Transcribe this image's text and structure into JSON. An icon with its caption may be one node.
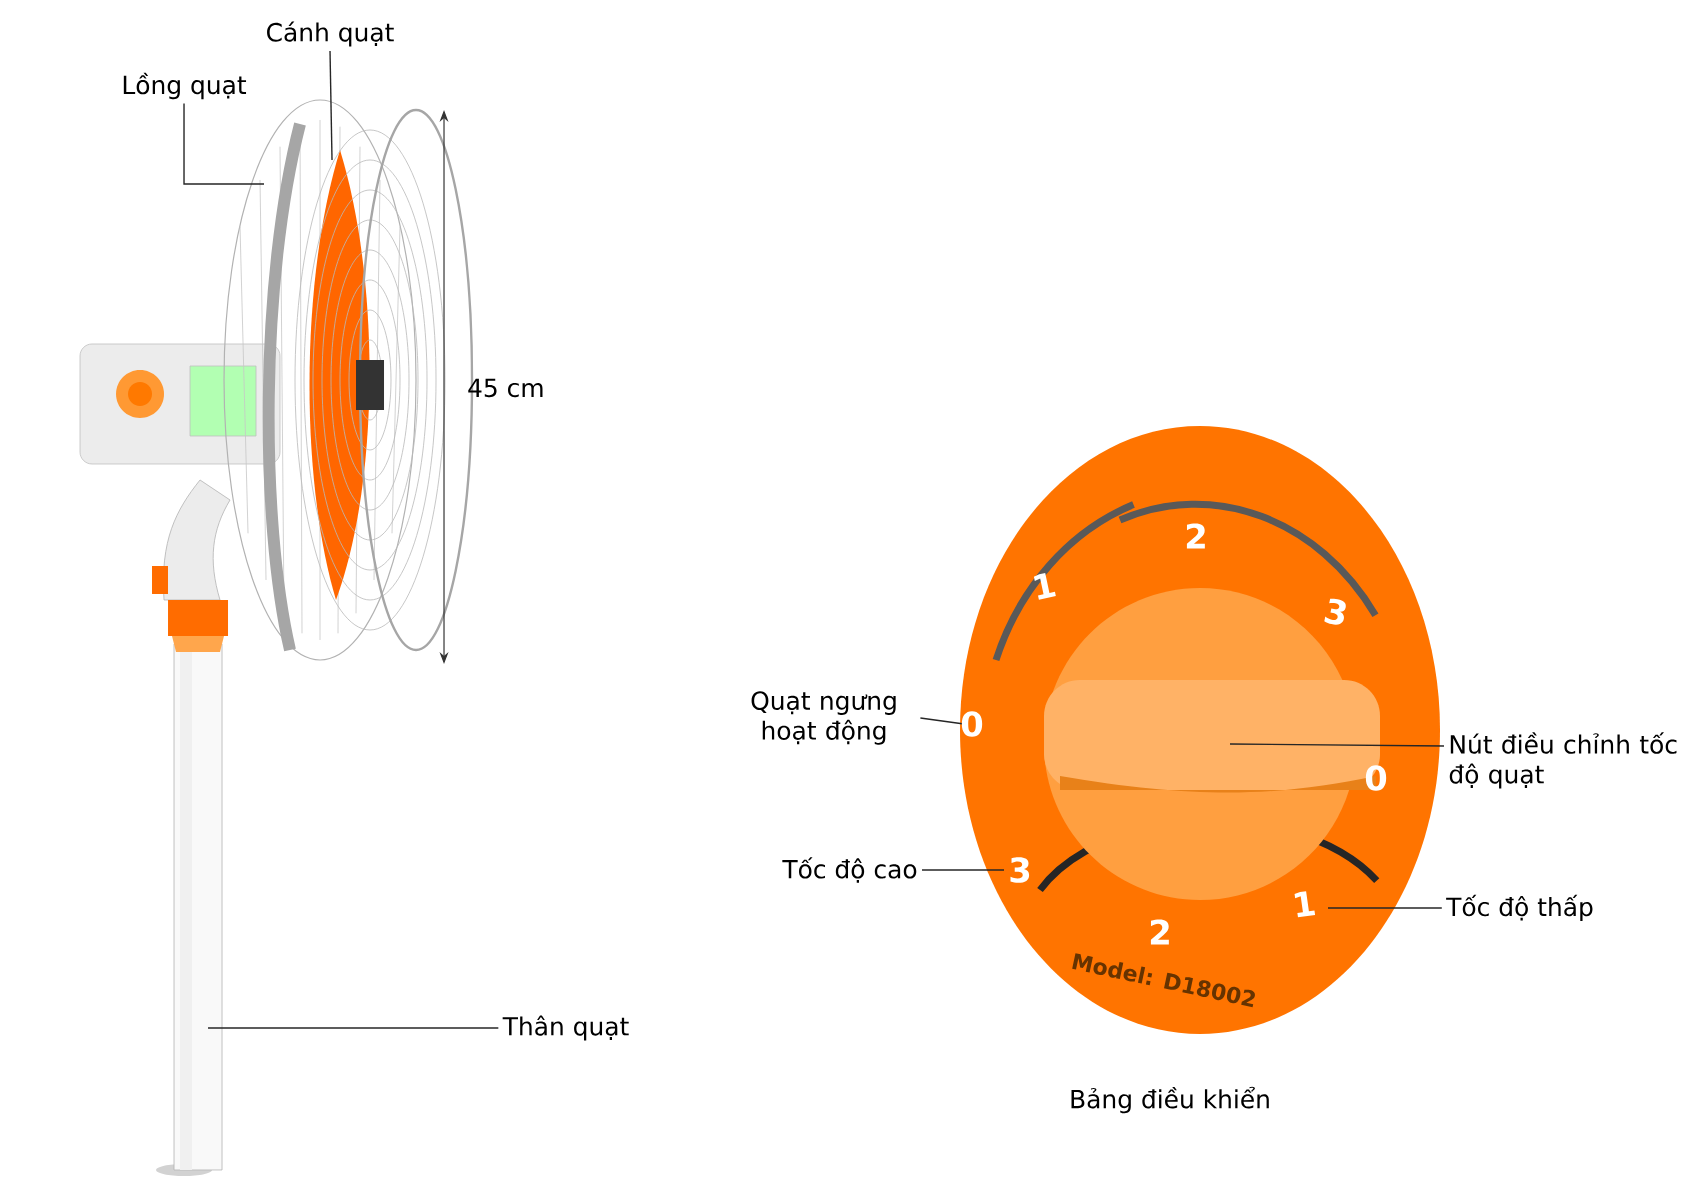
{
  "diagram": {
    "caption": "Bảng điều khiển",
    "nodes": [
      {
        "text": [
          "Lồng quạt"
        ]
      },
      {
        "text": [
          "Cánh quạt"
        ]
      },
      {
        "text": [
          "Thân quạt"
        ]
      },
      {
        "text": [
          "Quạt ngưng hoạt động"
        ]
      },
      {
        "text": [
          "Nút điều chỉnh tốc độ quạt"
        ]
      },
      {
        "text": [
          "Tốc độ cao"
        ]
      },
      {
        "text": [
          "Tốc độ thấp"
        ]
      },
      {
        "text": [],
        "shape": "picture"
      }
    ],
    "edges": [
      {
        "from": 0,
        "to": null,
        "arrow": "none"
      },
      {
        "from": 1,
        "to": null,
        "arrow": "none"
      },
      {
        "from": 2,
        "to": null,
        "arrow": "none"
      },
      {
        "from": 3,
        "to": 7,
        "arrow": "none"
      },
      {
        "from": 4,
        "to": 7,
        "arrow": "none"
      },
      {
        "from": 5,
        "to": 7,
        "arrow": "none"
      },
      {
        "from": 6,
        "to": 7,
        "arrow": "none"
      }
    ],
    "labels": [
      "45 cm",
      "1",
      "2",
      "3",
      "0",
      "0",
      "3",
      "2",
      "1",
      "Model: D18002"
    ]
  }
}
